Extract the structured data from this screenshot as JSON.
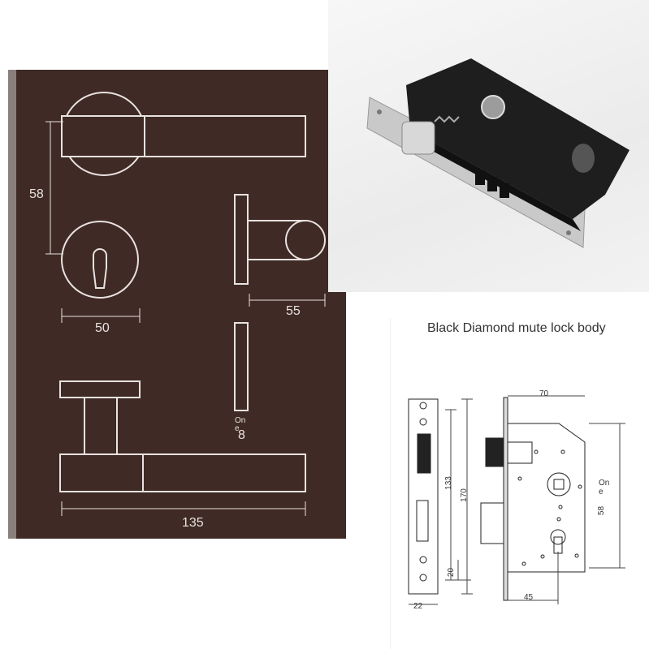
{
  "caption": "Black Diamond mute lock body",
  "colors": {
    "panel_bg": "#3f2a25",
    "panel_edge": "#8a7f7d",
    "line_light": "#e8e2e0",
    "lock_body": "#1e1e1e",
    "faceplate": "#c9c9c9"
  },
  "left_panel": {
    "dim_58": "58",
    "dim_50": "50",
    "dim_55": "55",
    "dim_8": "8",
    "one_label": "One",
    "dim_135": "135"
  },
  "tech_drawing": {
    "dim_70": "70",
    "dim_133": "133",
    "dim_170": "170",
    "dim_20": "20",
    "dim_22": "22",
    "dim_45": "45",
    "dim_58": "58",
    "one_label": "One"
  }
}
